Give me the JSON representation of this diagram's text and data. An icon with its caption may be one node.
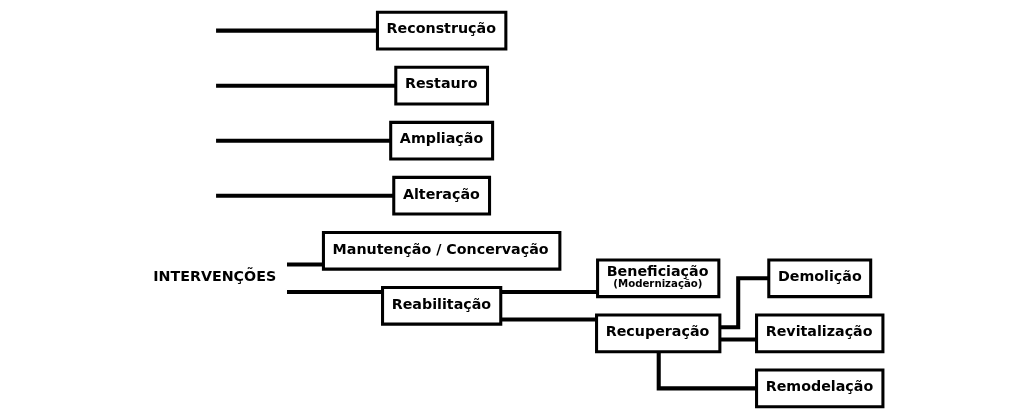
{
  "diagram": {
    "nodes": [
      {
        "text": [
          "INTERVENÇÕES"
        ]
      },
      {
        "text": [
          "Manutenção / Concervação"
        ]
      },
      {
        "text": [
          "Reabilitação"
        ]
      },
      {
        "text": [
          "Beneficiação",
          "(Modernização)"
        ]
      },
      {
        "text": [
          "Recuperação"
        ]
      },
      {
        "text": [
          "Demolição"
        ]
      },
      {
        "text": [
          "Revitalização"
        ]
      },
      {
        "text": [
          "Remodelação"
        ]
      },
      {
        "text": [
          "Alteração"
        ]
      },
      {
        "text": [
          "Ampliação"
        ]
      },
      {
        "text": [
          "Restauro"
        ]
      },
      {
        "text": [
          "Reconstrução"
        ]
      }
    ],
    "edges": [
      {
        "from": 0,
        "to": 1,
        "arrow": "none"
      },
      {
        "from": 0,
        "to": 2,
        "arrow": "none"
      },
      {
        "from": 2,
        "to": 3,
        "arrow": "none"
      },
      {
        "from": 2,
        "to": 4,
        "arrow": "none"
      },
      {
        "from": 4,
        "to": 5,
        "arrow": "none"
      },
      {
        "from": 4,
        "to": 6,
        "arrow": "none"
      },
      {
        "from": 4,
        "to": 7,
        "arrow": "none"
      },
      {
        "from": null,
        "to": 8,
        "arrow": "none"
      },
      {
        "from": null,
        "to": 9,
        "arrow": "none"
      },
      {
        "from": null,
        "to": 10,
        "arrow": "none"
      },
      {
        "from": null,
        "to": 11,
        "arrow": "none"
      }
    ]
  }
}
